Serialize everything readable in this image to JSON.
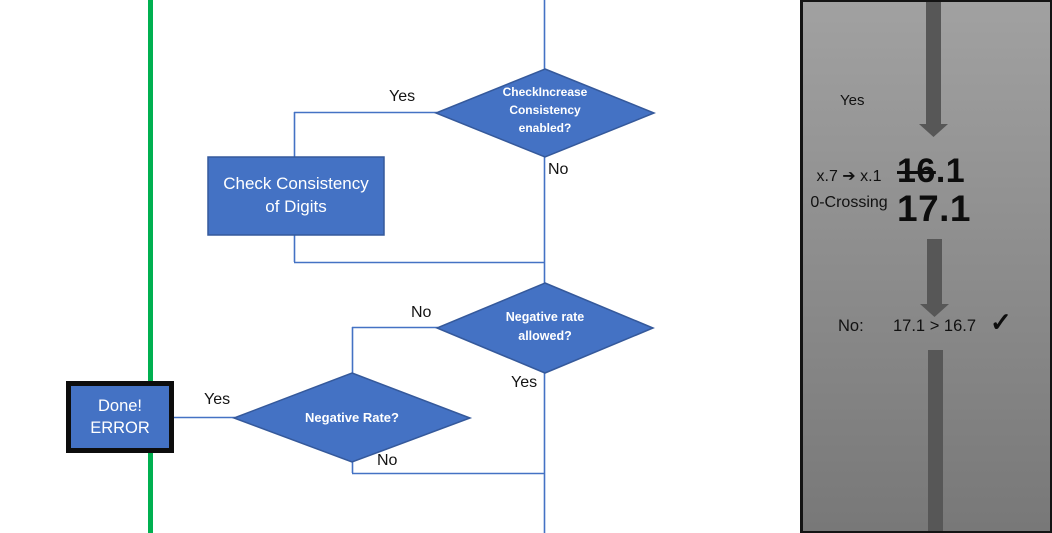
{
  "flowchart": {
    "decision_check_increase": {
      "text": "CheckIncrease\nConsistency\nenabled?",
      "yes": "Yes",
      "no": "No"
    },
    "process_check_consistency": {
      "text": "Check Consistency\nof Digits"
    },
    "decision_negative_allowed": {
      "text": "Negative rate\nallowed?",
      "no": "No",
      "yes": "Yes"
    },
    "decision_negative_rate": {
      "text": "Negative Rate?",
      "yes": "Yes",
      "no": "No"
    },
    "terminator_done_error": {
      "text": "Done!\nERROR"
    }
  },
  "side_panel": {
    "yes": "Yes",
    "rule_line1": "x.7 ➔ x.1",
    "rule_line2": "0-Crossing",
    "old_value_struck": "16",
    "old_value_rest": ".1",
    "new_value": "17.1",
    "answer": "No:",
    "comparison": "17.1 > 16.7",
    "check": "✓"
  },
  "colors": {
    "shape_blue": "#4472C4",
    "shape_border_blue": "#35599B",
    "connector_blue": "#4472C4",
    "accent_green": "#00B050",
    "arrow_gray": "#575757",
    "panel_gray_top": "#A1A1A1",
    "panel_gray_bottom": "#787878"
  }
}
